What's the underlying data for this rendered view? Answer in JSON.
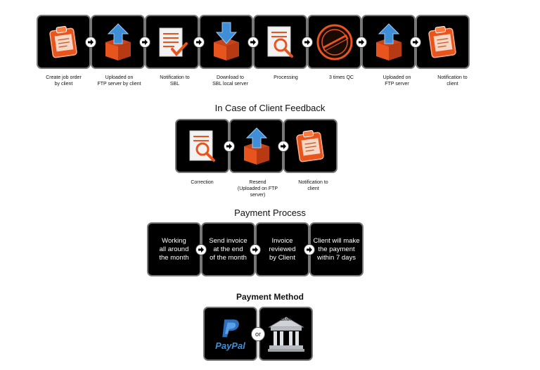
{
  "main_process": {
    "steps": [
      {
        "label": "Create job order\nby client",
        "icon": "clipboard-icon"
      },
      {
        "label": "Uploaded on\nFTP server by client",
        "icon": "box-upload-icon"
      },
      {
        "label": "Notification to\nSBL",
        "icon": "document-check-icon"
      },
      {
        "label": "Download to\nSBL local server",
        "icon": "box-download-icon"
      },
      {
        "label": "Processing",
        "icon": "document-magnifier-icon"
      },
      {
        "label": "3 times QC",
        "icon": "approved-stamp-icon"
      },
      {
        "label": "Uploaded on\nFTP server",
        "icon": "box-upload-icon"
      },
      {
        "label": "Notification to\nclient",
        "icon": "clipboard-icon"
      }
    ]
  },
  "feedback": {
    "title": "In Case of Client Feedback",
    "steps": [
      {
        "label": "Correction",
        "icon": "document-magnifier-icon"
      },
      {
        "label": "Resend\n(Uploaded on FTP server)",
        "icon": "box-upload-icon"
      },
      {
        "label": "Notification to\nclient",
        "icon": "clipboard-icon"
      }
    ]
  },
  "payment_process": {
    "title": "Payment Process",
    "steps": [
      {
        "label": "Working\nall around\nthe month"
      },
      {
        "label": "Send invoice\nat the end\nof the month"
      },
      {
        "label": "Invoice\nreviewed\nby Client"
      },
      {
        "label": "Client will make\nthe payment\nwithin 7 days"
      }
    ]
  },
  "payment_method": {
    "title": "Payment Method",
    "or_label": "or",
    "paypal_label": "PayPal",
    "bank_label": "BANK"
  },
  "colors": {
    "orange": "#e8541e",
    "blue": "#3e8fd8",
    "tile": "#000000"
  }
}
